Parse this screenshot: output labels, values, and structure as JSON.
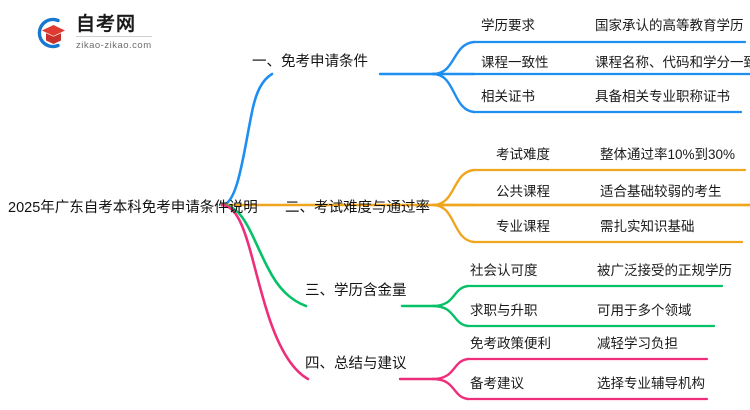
{
  "logo": {
    "name_cn": "自考网",
    "domain": "zikao-zikao.com",
    "icon_ring": "ring-icon",
    "icon_cap": "graduation-cap-icon",
    "colors": {
      "ring": "#1878d0",
      "cap": "#e03a33"
    }
  },
  "mindmap": {
    "root": "2025年广东自考本科免考申请条件说明",
    "colors": {
      "blue": "#1f8ef1",
      "orange": "#f0a51e",
      "green": "#06c167",
      "pink": "#ee2e7b"
    },
    "branches": [
      {
        "title": "一、免考申请条件",
        "color": "#1f8ef1",
        "items": [
          {
            "label": "学历要求",
            "value": "国家承认的高等教育学历"
          },
          {
            "label": "课程一致性",
            "value": "课程名称、代码和学分一致"
          },
          {
            "label": "相关证书",
            "value": "具备相关专业职称证书"
          }
        ]
      },
      {
        "title": "二、考试难度与通过率",
        "color": "#f0a51e",
        "items": [
          {
            "label": "考试难度",
            "value": "整体通过率10%到30%"
          },
          {
            "label": "公共课程",
            "value": "适合基础较弱的考生"
          },
          {
            "label": "专业课程",
            "value": "需扎实知识基础"
          }
        ]
      },
      {
        "title": "三、学历含金量",
        "color": "#06c167",
        "items": [
          {
            "label": "社会认可度",
            "value": "被广泛接受的正规学历"
          },
          {
            "label": "求职与升职",
            "value": "可用于多个领域"
          }
        ]
      },
      {
        "title": "四、总结与建议",
        "color": "#ee2e7b",
        "items": [
          {
            "label": "免考政策便利",
            "value": "减轻学习负担"
          },
          {
            "label": "备考建议",
            "value": "选择专业辅导机构"
          }
        ]
      }
    ]
  }
}
